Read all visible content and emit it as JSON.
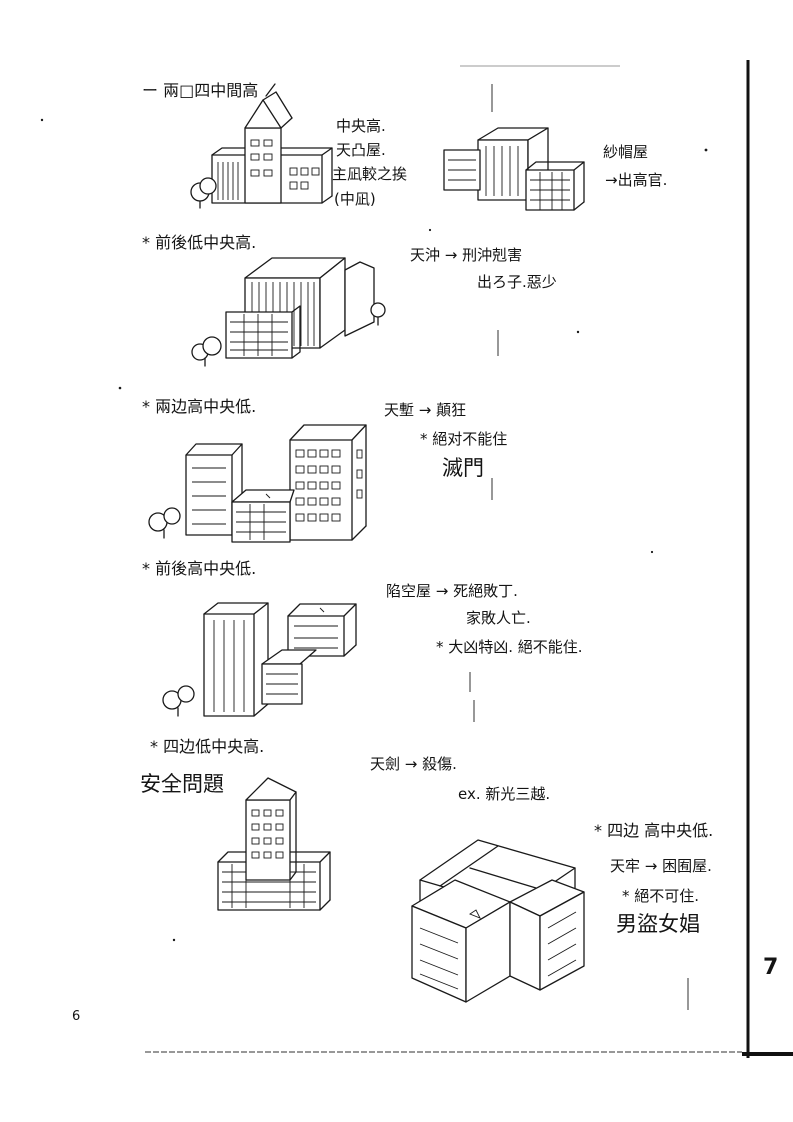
{
  "page": {
    "page_number_left": "6",
    "page_number_right": "7"
  },
  "sections": [
    {
      "heading": "ー 兩□四中間高",
      "notes": [
        "中央高.",
        "天凸屋.",
        "主凪較之挨",
        "(中凪)"
      ],
      "right_notes": [
        "紗帽屋",
        "→出高官."
      ]
    },
    {
      "heading": "* 前後低中央高.",
      "notes": [
        "天沖 → 刑沖剋害",
        "出ろ子.惡少"
      ]
    },
    {
      "heading": "* 兩边高中央低.",
      "notes": [
        "天塹 → 顛狂",
        "* 絕对不能住",
        "滅門"
      ]
    },
    {
      "heading": "* 前後高中央低.",
      "notes": [
        "陷空屋 → 死絕敗丁.",
        "家敗人亡.",
        "* 大凶特凶. 絕不能住."
      ]
    },
    {
      "heading": "* 四边低中央高.",
      "sub": "安全問題",
      "notes": [
        "天劍 → 殺傷.",
        "ex. 新光三越."
      ]
    },
    {
      "heading": "* 四边 高中央低.",
      "notes": [
        "天牢 → 困囿屋.",
        "* 絕不可住.",
        "男盜女娼"
      ]
    }
  ]
}
